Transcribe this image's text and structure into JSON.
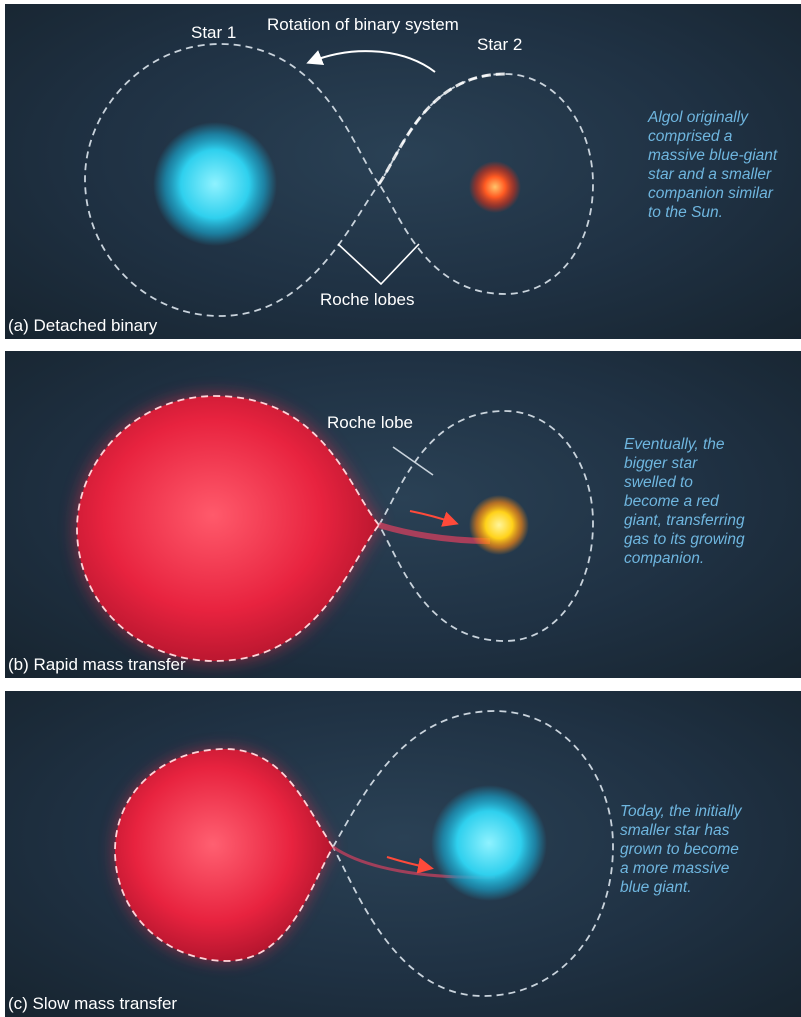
{
  "colors": {
    "background": "#1f3143",
    "note_text": "#6fb6df",
    "blue_giant": "#2fd0ee",
    "sun_like_star": "#ff5a22",
    "red_giant": "#e8233f",
    "growing_companion": "#ffd21a",
    "dashed_outline": "#c9d3dc"
  },
  "panel_a": {
    "star1_label": "Star 1",
    "star2_label": "Star 2",
    "rotation_label": "Rotation of binary system",
    "roche_lobes_label": "Roche lobes",
    "caption": "(a) Detached binary",
    "note": "Algol originally\ncomprised a\nmassive blue-giant\nstar and a smaller\ncompanion similar\nto the Sun."
  },
  "panel_b": {
    "roche_lobe_label": "Roche lobe",
    "caption": "(b) Rapid mass transfer",
    "note": "Eventually, the\nbigger star\nswelled to\nbecome a red\ngiant, transferring\ngas to its growing\ncompanion."
  },
  "panel_c": {
    "caption": "(c) Slow mass transfer",
    "note": "Today, the initially\nsmaller star  has\ngrown to become\na  more massive\nblue giant."
  }
}
